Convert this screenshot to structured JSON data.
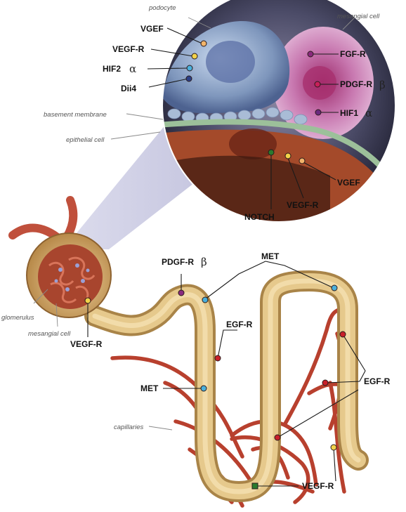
{
  "labels": {
    "podocyte": "podocyte",
    "mesangial_cell_top": "mesangial cell",
    "basement_membrane": "basement membrane",
    "epithelial_cell": "epithelial cell",
    "glomerulus": "glomerulus",
    "mesangial_cell_bottom": "mesangial cell",
    "capillaries": "capillaries"
  },
  "markers": {
    "vgef_top": "VGEF",
    "vegfr_top": "VEGF-R",
    "hif2": "HIF2",
    "hif2_greek": "α",
    "dll4": "Dii4",
    "fgfr": "FGF-R",
    "pdgfr_top": "PDGF-R",
    "pdgfr_top_greek": "β",
    "hif1": "HIF1",
    "hif1_greek": "α",
    "vgef_bottom": "VGEF",
    "vegfr_mid": "VEGF-R",
    "notch": "NOTCH",
    "pdgfr_tubule": "PDGF-R",
    "pdgfr_tubule_greek": "β",
    "met_top": "MET",
    "egfr_left": "EGF-R",
    "vegfr_glomerulus": "VEGF-R",
    "met_left": "MET",
    "egfr_right": "EGF-R",
    "vegfr_bottom": "VEGF-R"
  },
  "colors": {
    "yellow_marker": "#f2d24a",
    "blue_marker": "#4ab0dc",
    "navy_marker": "#2c3f86",
    "purple_marker": "#8a2a7e",
    "red_marker": "#c8202a",
    "green_marker": "#2a7a2e",
    "tubule": "#d9b878",
    "vessel": "#b8402e"
  }
}
